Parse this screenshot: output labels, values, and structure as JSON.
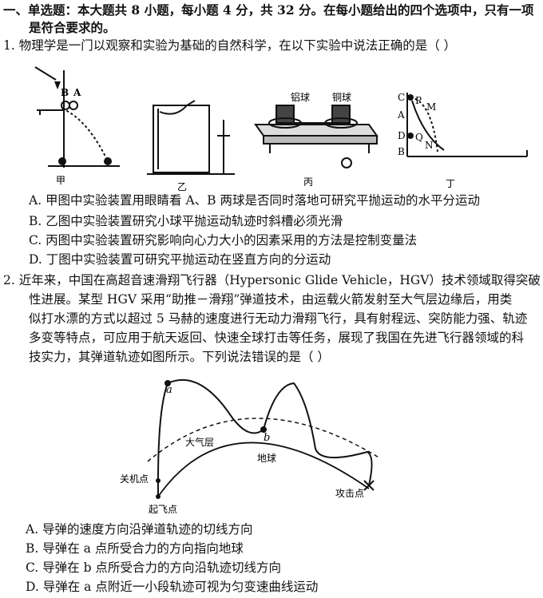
{
  "section": {
    "heading_line1": "一、单选题：本大题共 8 小题，每小题 4 分，共 32 分。在每小题给出的四个选项中，只有一项",
    "heading_line2": "是符合要求的。"
  },
  "q1": {
    "stem": "1.  物理学是一门以观察和实验为基础的自然科学，在以下实验中说法正确的是（        ）",
    "figures": {
      "jia": {
        "caption": "甲",
        "label_b": "B",
        "label_a": "A"
      },
      "yi": {
        "caption": "乙"
      },
      "bing": {
        "caption": "丙",
        "label_al": "铝球",
        "label_cu": "铜球"
      },
      "ding": {
        "caption": "丁",
        "label_c": "C",
        "label_p": "P",
        "label_m": "M",
        "label_a": "A",
        "label_d": "D",
        "label_q": "Q",
        "label_n": "N",
        "label_b": "B"
      }
    },
    "options": [
      "A.  甲图中实验装置用眼睛看 A、B 两球是否同时落地可研究平抛运动的水平分运动",
      "B.  乙图中实验装置研究小球平抛运动轨迹时斜槽必须光滑",
      "C.  丙图中实验装置研究影响向心力大小的因素采用的方法是控制变量法",
      "D.  丁图中实验装置可研究平抛运动在竖直方向的分运动"
    ]
  },
  "q2": {
    "stem_lines": [
      "2.  近年来，中国在高超音速滑翔飞行器（Hypersonic Glide Vehicle，HGV）技术领域取得突破",
      "性进展。某型 HGV 采用“助推－滑翔”弹道技术，由运载火箭发射至大气层边缘后，用类",
      "似打水漂的方式以超过 5 马赫的速度进行无动力滑翔飞行，具有射程远、突防能力强、轨迹",
      "多变等特点，可应用于航天返回、快速全球打击等任务，展现了我国在先进飞行器领域的科",
      "技实力，其弹道轨迹如图所示。下列说法错误的是（        ）"
    ],
    "figure": {
      "point_a": "a",
      "point_b": "b",
      "atmosphere": "大气层",
      "earth": "地球",
      "shutdown": "关机点",
      "takeoff": "起飞点",
      "target": "攻击点"
    },
    "options": [
      "A.  导弹的速度方向沿弹道轨迹的切线方向",
      "B.  导弹在 a 点所受合力的方向指向地球",
      "C.  导弹在 b 点所受合力的方向沿轨迹切线方向",
      "D.  导弹在 a 点附近一小段轨迹可视为匀变速曲线运动"
    ]
  }
}
